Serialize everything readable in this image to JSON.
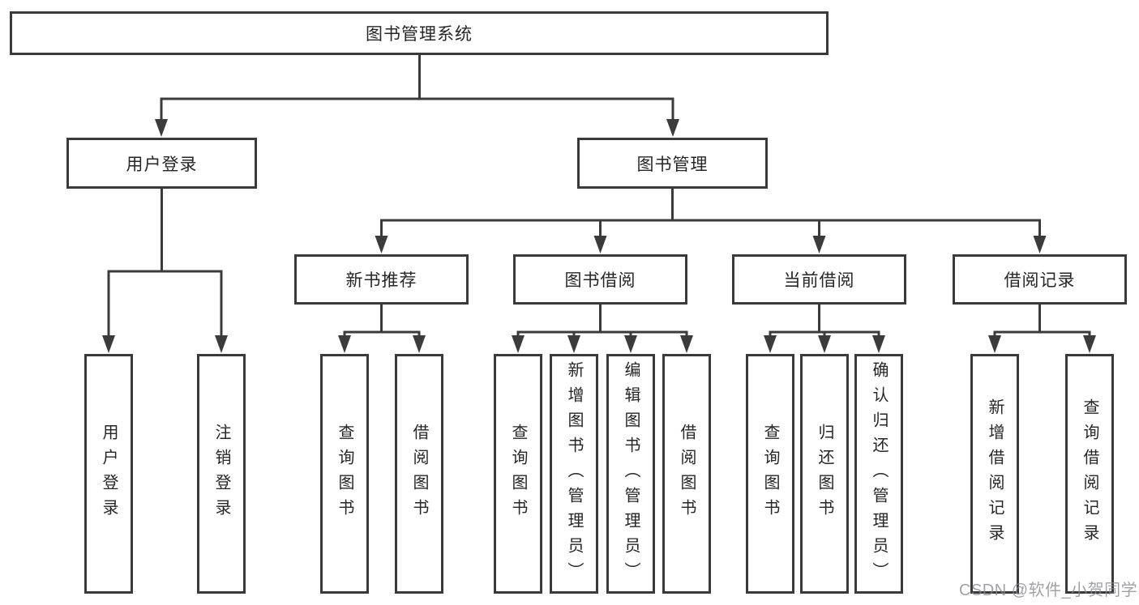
{
  "diagram": {
    "root": {
      "label": "图书管理系统"
    },
    "branches": [
      {
        "label": "用户登录",
        "children": [
          "用户登录",
          "注销登录"
        ]
      },
      {
        "label": "图书管理",
        "children": [
          {
            "label": "新书推荐",
            "children": [
              "查询图书",
              "借阅图书"
            ]
          },
          {
            "label": "图书借阅",
            "children": [
              "查询图书",
              "新增图书（管理员）",
              "编辑图书（管理员）",
              "借阅图书"
            ]
          },
          {
            "label": "当前借阅",
            "children": [
              "查询图书",
              "归还图书",
              "确认归还（管理员）"
            ]
          },
          {
            "label": "借阅记录",
            "children": [
              "新增借阅记录",
              "查询借阅记录"
            ]
          }
        ]
      }
    ]
  },
  "watermark": {
    "text": "CSDN @软件_小贺同学"
  },
  "colors": {
    "line": "#3b3b3b",
    "box_border": "#3a3a3a",
    "text": "#262626",
    "watermark": "#88888c",
    "background": "#ffffff"
  }
}
